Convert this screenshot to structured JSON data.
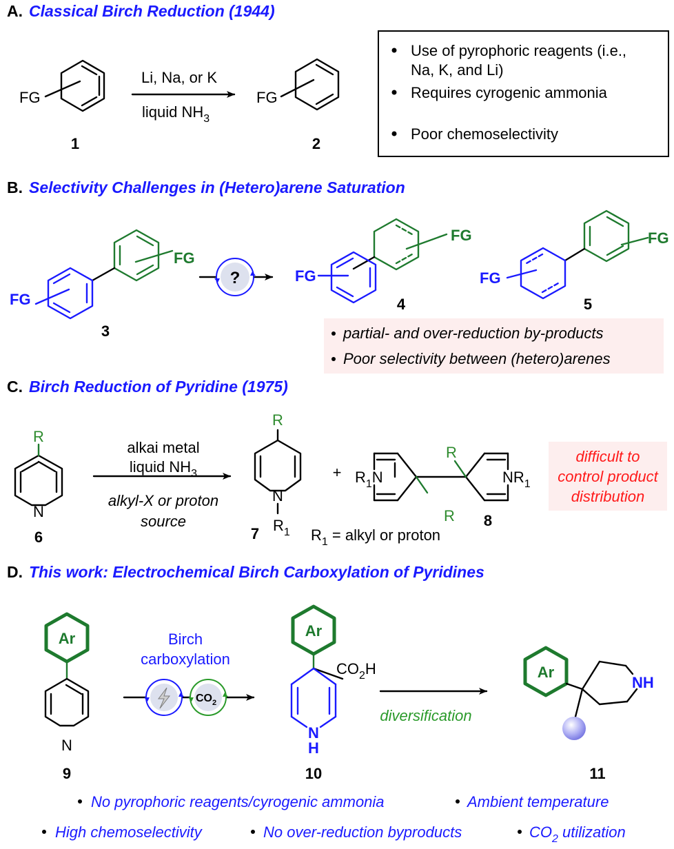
{
  "sectionA": {
    "letter": "A.",
    "title": "Classical Birch Reduction (1944)",
    "reagent": "Li, Na, or K",
    "solvent": "liquid NH",
    "solvent_sub": "3",
    "fg_left": "FG",
    "fg_right": "FG",
    "compound_left": "1",
    "compound_right": "2",
    "drawbacks": [
      "Use of pyrophoric reagents (i.e.,",
      "Na, K, and Li)",
      "Requires cyrogenic ammonia",
      "Poor chemoselectivity"
    ]
  },
  "sectionB": {
    "letter": "B.",
    "title": "Selectivity Challenges in (Hetero)arene Saturation",
    "fg_3_green": "FG",
    "fg_3_blue": "FG",
    "fg_4_green": "FG",
    "fg_4_blue": "FG",
    "fg_5_green": "FG",
    "fg_5_blue": "FG",
    "question": "?",
    "compound_3": "3",
    "compound_4": "4",
    "compound_5": "5",
    "issues": [
      "partial- and over-reduction by-products",
      "Poor selectivity between (hetero)arenes"
    ]
  },
  "sectionC": {
    "letter": "C.",
    "title": "Birch Reduction of Pyridine (1975)",
    "r_6": "R",
    "n_6": "N",
    "cond_line1": "alkai metal",
    "cond_line2": "liquid NH",
    "cond_line2_sub": "3",
    "cond_line3": "alkyl-X or proton",
    "cond_line4": "source",
    "r_7": "R",
    "n_7": "N",
    "r1_7": "R",
    "r1_7_sub": "1",
    "plus": "+",
    "r1n_8": "R",
    "r1n_8_sub": "1",
    "r1n_8_n": "N",
    "nr1_8": "NR",
    "nr1_8_sub": "1",
    "r_8_top": "R",
    "r_8_bottom": "R",
    "r1_def": "R",
    "r1_def_sub": "1",
    "r1_def_rest": " = alkyl or proton",
    "compound_6": "6",
    "compound_7": "7",
    "compound_8": "8",
    "note_line1": "difficult to",
    "note_line2": "control product",
    "note_line3": "distribution"
  },
  "sectionD": {
    "letter": "D.",
    "title": "This work: Electrochemical Birch Carboxylation of Pyridines",
    "ar_9": "Ar",
    "n_9": "N",
    "cond_line1": "Birch",
    "cond_line2": "carboxylation",
    "co2_label": "CO",
    "co2_sub": "2",
    "ar_10": "Ar",
    "co2h": "CO",
    "co2h_sub": "2",
    "co2h_h": "H",
    "n_10": "N",
    "h_10": "H",
    "diversification": "diversification",
    "ar_11": "Ar",
    "nh_11": "NH",
    "compound_9": "9",
    "compound_10": "10",
    "compound_11": "11",
    "advantages_row1": [
      "No pyrophoric reagents/cyrogenic ammonia",
      "Ambient temperature"
    ],
    "advantages_row2": [
      "High chemoselectivity",
      "No over-reduction byproducts",
      "CO"
    ],
    "adv_co2_sub": "2",
    "adv_co2_rest": " utilization"
  },
  "colors": {
    "title_blue": "#1a1aff",
    "green": "#1e7a2e",
    "red": "#ff1a1a",
    "pink_box": "#fdeeee"
  }
}
